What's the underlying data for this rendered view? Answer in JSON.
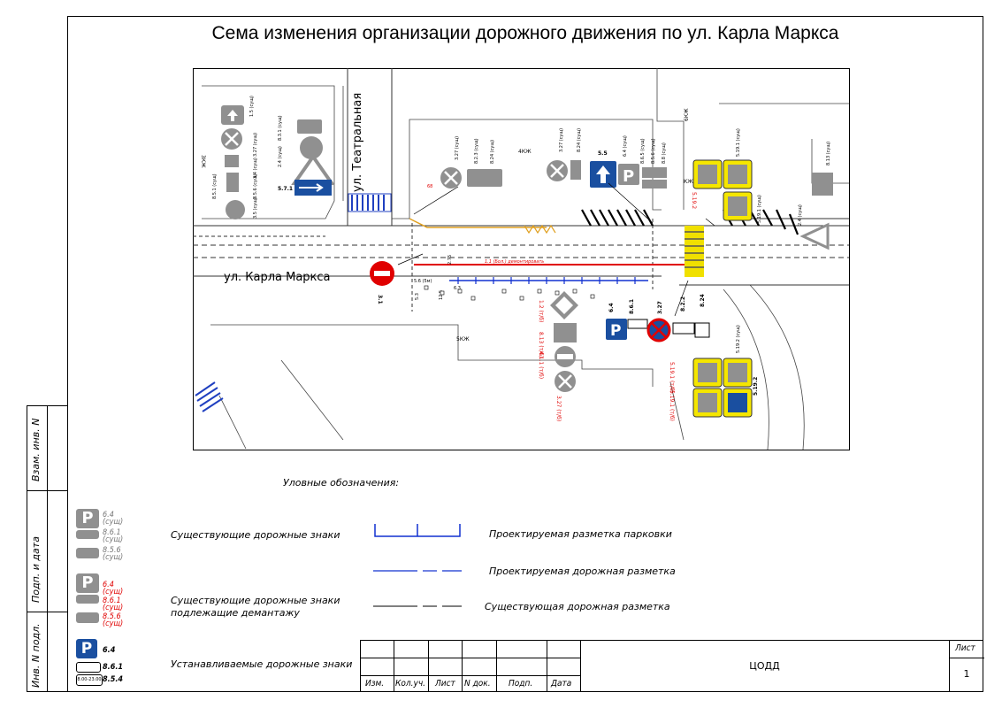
{
  "title": "Сема изменения организации дорожного движения по ул. Карла Маркса",
  "map": {
    "street_horizontal": "ул. Карла Маркса",
    "street_vertical": "ул. Театральная",
    "building_labels": [
      "3КЖ",
      "4КЖ",
      "6КЖ",
      "5КЖ",
      "КЖ"
    ],
    "marking_note": "1.1 (Бол.) демонтировать",
    "small_label_red": "68",
    "sign_codes": [
      "1.5 (сущ)",
      "3.27 (сущ)",
      "3.4 (сущ)",
      "8.5.6 (сущ)",
      "8.5.1 (сущ)",
      "3.5 (сущ)",
      "5.7.1",
      "8.3.1 (сущ)",
      "2.4 (сущ)",
      "3.27 (сущ)",
      "8.2.3 (сущ)",
      "8.24 (сущ)",
      "3.27 (сущ)",
      "8.24 (сущ)",
      "5.5",
      "6.4 (сущ)",
      "8.6.5 (сущ)",
      "8.5.6 (сущ)",
      "8.8 (сущ)",
      "5.19.1 (сущ)",
      "5.19.2",
      "5.19.1 (сущ)",
      "8.13 (сущ)",
      "2.4 (сущ)",
      "3.1",
      "1.2 (т/б)",
      "8.13 (т/б)",
      "4.1.1 (т/б)",
      "3.27 (т/б)",
      "6.4",
      "8.6.1",
      "3.27",
      "8.2.2",
      "8.24",
      "5.19.2 (сущ)",
      "5.19.1 (т/б)",
      "5.19.1 (т/б)",
      "5.19.2"
    ],
    "dims": [
      "2.75",
      "5.6 (5м)",
      "12.5",
      "6.3",
      "5.3"
    ]
  },
  "legend": {
    "heading": "Уловные обозначения:",
    "existing_signs": "Существующие дорожные знаки",
    "dismantle_signs_line1": "Существующие дорожные знаки",
    "dismantle_signs_line2": "подлежащие демантажу",
    "installed_signs": "Устанавливаемые дорожные знаки",
    "parking_marking": "Проектируемая разметка парковки",
    "designed_marking": "Проектируемая дорожная разметка",
    "existing_marking": "Существующая дорожная разметка",
    "ex_64": "6.4",
    "ex_64_s": "(сущ)",
    "ex_861": "8.6.1",
    "ex_861_s": "(сущ)",
    "ex_856": "8.5.6",
    "ex_856_s": "(сущ)",
    "dm_64": "6.4",
    "dm_64_s": "(сущ)",
    "dm_861": "8.6.1",
    "dm_861_s": "(сущ)",
    "dm_856": "8.5.6",
    "dm_856_s": "(сущ)",
    "in_64": "6.4",
    "in_861": "8.6.1",
    "in_854": "8.5.4",
    "plate_text": "8.00-23.00"
  },
  "side_labels": {
    "vzam": "Взам. инв. N",
    "podp": "Подп. и дата",
    "inv": "Инв. N подл."
  },
  "stamp": {
    "cols": [
      "Изм.",
      "Кол.уч.",
      "Лист",
      "N док.",
      "Подп.",
      "Дата"
    ],
    "center": "ЦОДД",
    "sheet_label": "Лист",
    "sheet_num": "1"
  },
  "colors": {
    "road_red": "#e00000",
    "marking_blue": "#1030d0",
    "sign_blue": "#1a4fa0",
    "yellow_frame": "#f5e600",
    "sign_gray": "#909090",
    "curb_orange": "#e0a020"
  }
}
